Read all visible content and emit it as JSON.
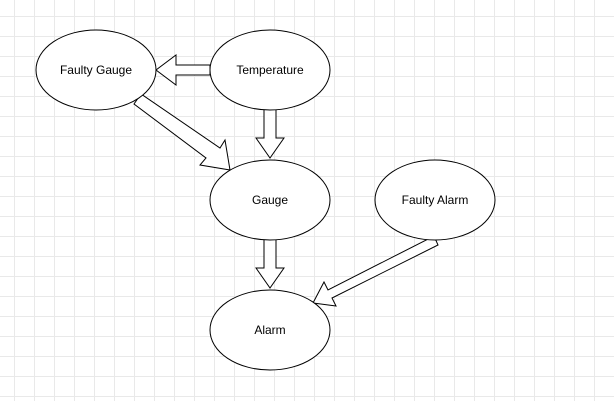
{
  "diagram": {
    "nodes": {
      "faulty_gauge": "Faulty Gauge",
      "temperature": "Temperature",
      "gauge": "Gauge",
      "faulty_alarm": "Faulty Alarm",
      "alarm": "Alarm"
    },
    "edges": [
      {
        "from": "temperature",
        "to": "faulty_gauge"
      },
      {
        "from": "temperature",
        "to": "gauge"
      },
      {
        "from": "faulty_gauge",
        "to": "gauge"
      },
      {
        "from": "gauge",
        "to": "alarm"
      },
      {
        "from": "faulty_alarm",
        "to": "alarm"
      }
    ],
    "colors": {
      "node_fill": "#ffffff",
      "stroke": "#000000",
      "grid": "#e9e9e9"
    }
  }
}
